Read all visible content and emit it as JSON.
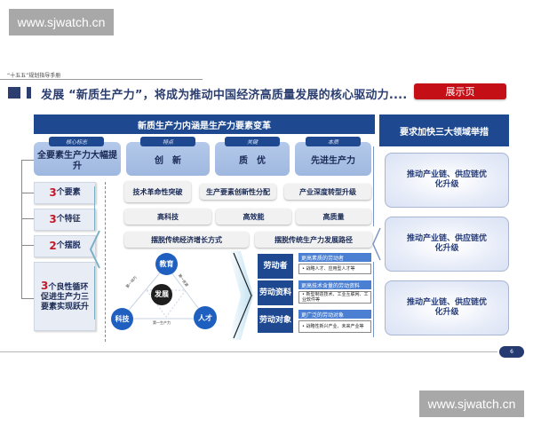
{
  "watermarks": {
    "top": "www.sjwatch.cn",
    "bottom": "www.sjwatch.cn"
  },
  "header": {
    "handbook_label": "“十五五”规划指导手册",
    "title": "发展 “新质生产力”，将成为推动中国经济高质量发展的核心驱动力....",
    "show_button": "展示页"
  },
  "main": {
    "header": "新质生产力内涵是生产力要素变革",
    "features": [
      {
        "tag": "核心标志",
        "label": "全要素生产力大幅提升"
      },
      {
        "tag": "特点",
        "label": "创　新"
      },
      {
        "tag": "关键",
        "label": "质　优"
      },
      {
        "tag": "本质",
        "label": "先进生产力"
      }
    ],
    "left_items": [
      {
        "num": "3",
        "text": "个要素"
      },
      {
        "num": "3",
        "text": "个特征"
      },
      {
        "num": "2",
        "text": "个摆脱"
      },
      {
        "num": "3",
        "text": "个良性循环促进生产力三要素实现跃升"
      }
    ],
    "elements_row": [
      "技术革命性突破",
      "生产要素创新性分配",
      "产业深度转型升级"
    ],
    "traits_row": [
      "高科技",
      "高效能",
      "高质量"
    ],
    "breakaway_row": [
      "摆脱传统经济增长方式",
      "摆脱传统生产力发展路径"
    ],
    "cycle": {
      "center": "发展",
      "nodes": {
        "top": "教育",
        "left": "科技",
        "right": "人才"
      },
      "edges": {
        "left": "第一动力",
        "right": "第一资源",
        "bottom": "第一生产力"
      }
    },
    "labor": [
      {
        "label": "劳动者",
        "head": "更高素质的劳动者",
        "detail": "• 战略人才、应用型人才等"
      },
      {
        "label": "劳动资料",
        "head": "更高技术含量的劳动资料",
        "detail": "• 新型制造技术、工业互联网、工业软件等"
      },
      {
        "label": "劳动对象",
        "head": "更广泛的劳动对象",
        "detail": "• 战略性新兴产业、未来产业等"
      }
    ]
  },
  "right": {
    "header": "要求加快三大领域举措",
    "measures": [
      "推动产业链、供应链优化升级",
      "推动产业链、供应链优化升级",
      "推动产业链、供应链优化升级"
    ]
  },
  "footer": {
    "page_number": "6"
  },
  "colors": {
    "primary_navy": "#1e4990",
    "title_navy": "#2c3e70",
    "accent_red": "#c50f16",
    "number_red": "#c21a2a",
    "node_blue": "#1f5fbf"
  }
}
